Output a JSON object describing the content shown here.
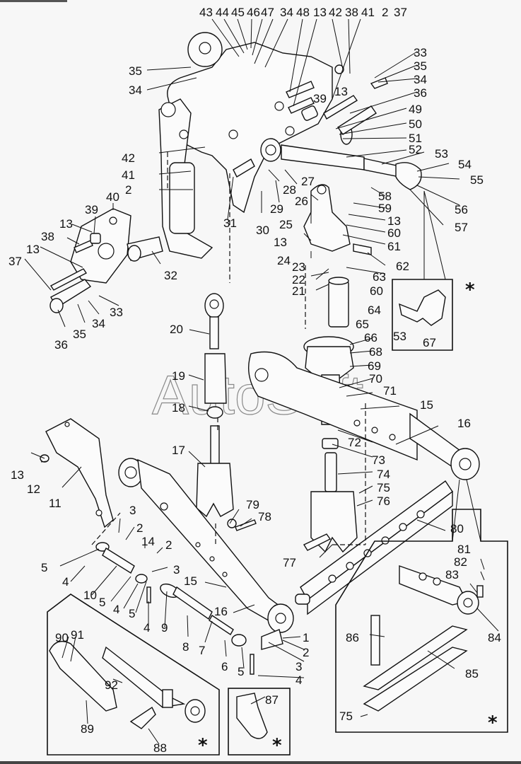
{
  "diagram": {
    "title": "",
    "type": "exploded parts diagram - three-point hitch / linkage",
    "watermark": "AutoSoft",
    "inset_marker": "*",
    "labels": [
      {
        "id": "l43",
        "text": "43"
      },
      {
        "id": "l44",
        "text": "44"
      },
      {
        "id": "l45",
        "text": "45"
      },
      {
        "id": "l46",
        "text": "46"
      },
      {
        "id": "l47",
        "text": "47"
      },
      {
        "id": "l34a",
        "text": "34"
      },
      {
        "id": "l48",
        "text": "48"
      },
      {
        "id": "l13a",
        "text": "13"
      },
      {
        "id": "l42a",
        "text": "42"
      },
      {
        "id": "l38a",
        "text": "38"
      },
      {
        "id": "l41a",
        "text": "41"
      },
      {
        "id": "l2a",
        "text": "2"
      },
      {
        "id": "l37a",
        "text": "37"
      },
      {
        "id": "l35a",
        "text": "35"
      },
      {
        "id": "l34b",
        "text": "34"
      },
      {
        "id": "l33a",
        "text": "33"
      },
      {
        "id": "l35b",
        "text": "35"
      },
      {
        "id": "l34c",
        "text": "34"
      },
      {
        "id": "l36a",
        "text": "36"
      },
      {
        "id": "l39a",
        "text": "39"
      },
      {
        "id": "l13b",
        "text": "13"
      },
      {
        "id": "l49",
        "text": "49"
      },
      {
        "id": "l50",
        "text": "50"
      },
      {
        "id": "l51",
        "text": "51"
      },
      {
        "id": "l52",
        "text": "52"
      },
      {
        "id": "l53a",
        "text": "53"
      },
      {
        "id": "l54",
        "text": "54"
      },
      {
        "id": "l55",
        "text": "55"
      },
      {
        "id": "l56",
        "text": "56"
      },
      {
        "id": "l57",
        "text": "57"
      },
      {
        "id": "l58",
        "text": "58"
      },
      {
        "id": "l59",
        "text": "59"
      },
      {
        "id": "l13c",
        "text": "13"
      },
      {
        "id": "l60a",
        "text": "60"
      },
      {
        "id": "l61",
        "text": "61"
      },
      {
        "id": "l62",
        "text": "62"
      },
      {
        "id": "l63",
        "text": "63"
      },
      {
        "id": "l60b",
        "text": "60"
      },
      {
        "id": "l64",
        "text": "64"
      },
      {
        "id": "l65",
        "text": "65"
      },
      {
        "id": "l66",
        "text": "66"
      },
      {
        "id": "l68",
        "text": "68"
      },
      {
        "id": "l69",
        "text": "69"
      },
      {
        "id": "l70",
        "text": "70"
      },
      {
        "id": "l71",
        "text": "71"
      },
      {
        "id": "l15a",
        "text": "15"
      },
      {
        "id": "l16a",
        "text": "16"
      },
      {
        "id": "l72",
        "text": "72"
      },
      {
        "id": "l73",
        "text": "73"
      },
      {
        "id": "l74",
        "text": "74"
      },
      {
        "id": "l75a",
        "text": "75"
      },
      {
        "id": "l76",
        "text": "76"
      },
      {
        "id": "l80",
        "text": "80"
      },
      {
        "id": "l77",
        "text": "77"
      },
      {
        "id": "l53b",
        "text": "53"
      },
      {
        "id": "l67",
        "text": "67"
      },
      {
        "id": "l42b",
        "text": "42"
      },
      {
        "id": "l41b",
        "text": "41"
      },
      {
        "id": "l2b",
        "text": "2"
      },
      {
        "id": "l27",
        "text": "27"
      },
      {
        "id": "l28",
        "text": "28"
      },
      {
        "id": "l29",
        "text": "29"
      },
      {
        "id": "l30",
        "text": "30"
      },
      {
        "id": "l31",
        "text": "31"
      },
      {
        "id": "l26",
        "text": "26"
      },
      {
        "id": "l25",
        "text": "25"
      },
      {
        "id": "l13d",
        "text": "13"
      },
      {
        "id": "l24",
        "text": "24"
      },
      {
        "id": "l23",
        "text": "23"
      },
      {
        "id": "l22",
        "text": "22"
      },
      {
        "id": "l21",
        "text": "21"
      },
      {
        "id": "l40",
        "text": "40"
      },
      {
        "id": "l39b",
        "text": "39"
      },
      {
        "id": "l13e",
        "text": "13"
      },
      {
        "id": "l38b",
        "text": "38"
      },
      {
        "id": "l13f",
        "text": "13"
      },
      {
        "id": "l37b",
        "text": "37"
      },
      {
        "id": "l32",
        "text": "32"
      },
      {
        "id": "l33b",
        "text": "33"
      },
      {
        "id": "l34d",
        "text": "34"
      },
      {
        "id": "l35c",
        "text": "35"
      },
      {
        "id": "l36b",
        "text": "36"
      },
      {
        "id": "l20",
        "text": "20"
      },
      {
        "id": "l19",
        "text": "19"
      },
      {
        "id": "l18",
        "text": "18"
      },
      {
        "id": "l17",
        "text": "17"
      },
      {
        "id": "l13g",
        "text": "13"
      },
      {
        "id": "l12",
        "text": "12"
      },
      {
        "id": "l11",
        "text": "11"
      },
      {
        "id": "l79",
        "text": "79"
      },
      {
        "id": "l78",
        "text": "78"
      },
      {
        "id": "l3a",
        "text": "3"
      },
      {
        "id": "l2c",
        "text": "2"
      },
      {
        "id": "l14",
        "text": "14"
      },
      {
        "id": "l2d",
        "text": "2"
      },
      {
        "id": "l5a",
        "text": "5"
      },
      {
        "id": "l4a",
        "text": "4"
      },
      {
        "id": "l3b",
        "text": "3"
      },
      {
        "id": "l10",
        "text": "10"
      },
      {
        "id": "l5b",
        "text": "5"
      },
      {
        "id": "l4b",
        "text": "4"
      },
      {
        "id": "l5c",
        "text": "5"
      },
      {
        "id": "l4c",
        "text": "4"
      },
      {
        "id": "l9",
        "text": "9"
      },
      {
        "id": "l15b",
        "text": "15"
      },
      {
        "id": "l16b",
        "text": "16"
      },
      {
        "id": "l8",
        "text": "8"
      },
      {
        "id": "l7",
        "text": "7"
      },
      {
        "id": "l6",
        "text": "6"
      },
      {
        "id": "l5d",
        "text": "5"
      },
      {
        "id": "l1",
        "text": "1"
      },
      {
        "id": "l2e",
        "text": "2"
      },
      {
        "id": "l3c",
        "text": "3"
      },
      {
        "id": "l4d",
        "text": "4"
      },
      {
        "id": "l81",
        "text": "81"
      },
      {
        "id": "l82",
        "text": "82"
      },
      {
        "id": "l83",
        "text": "83"
      },
      {
        "id": "l84",
        "text": "84"
      },
      {
        "id": "l86",
        "text": "86"
      },
      {
        "id": "l85",
        "text": "85"
      },
      {
        "id": "l75b",
        "text": "75"
      },
      {
        "id": "l90",
        "text": "90"
      },
      {
        "id": "l91",
        "text": "91"
      },
      {
        "id": "l92",
        "text": "92"
      },
      {
        "id": "l89",
        "text": "89"
      },
      {
        "id": "l88",
        "text": "88"
      },
      {
        "id": "l87",
        "text": "87"
      }
    ]
  }
}
